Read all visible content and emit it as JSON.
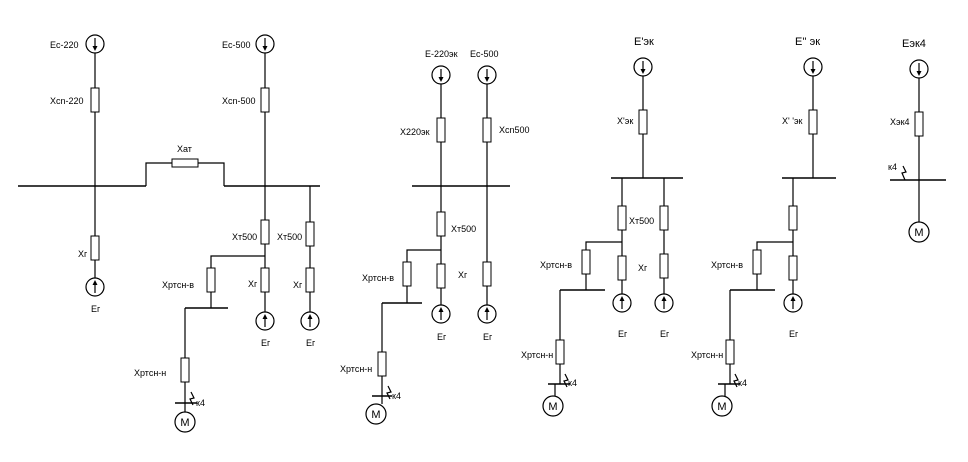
{
  "diagram": {
    "labels": {
      "s1_eo220": "Ec-220",
      "s1_xcn220": "Xcn-220",
      "s1_eo500": "Ec-500",
      "s1_xcn500": "Xcn-500",
      "s1_xat": "Xат",
      "s1_xg_left": "Xг",
      "s1_eg_left": "Eг",
      "s1_xt500_a": "Xт500",
      "s1_xt500_b": "Xт500",
      "s1_xrtsn_v": "Xртсн-в",
      "s1_xg_mid": "Xг",
      "s1_xg_right": "Xг",
      "s1_eg_mid": "Eг",
      "s1_eg_right": "Eг",
      "s1_xrtsn_n": "Xртсн-н",
      "s1_k4": "к4",
      "s1_motor": "M",
      "s2_e220ek": "E-220эк",
      "s2_eo500": "Ec-500",
      "s2_x220ek": "X220эк",
      "s2_xcn500": "Xcn500",
      "s2_xt500": "Xт500",
      "s2_xrtsn_v": "Xртсн-в",
      "s2_xg": "Xг",
      "s2_eg_a": "Eг",
      "s2_eg_b": "Eг",
      "s2_xrtsn_n": "Xртсн-н",
      "s2_k4": "к4",
      "s2_motor": "M",
      "s3_e1ek": "E'эк",
      "s3_x1ek": "X'эк",
      "s3_xt500": "Xт500",
      "s3_xrtsn_v": "Xртсн-в",
      "s3_xg": "Xг",
      "s3_eg_a": "Eг",
      "s3_eg_b": "Eг",
      "s3_xrtsn_n": "Xртсн-н",
      "s3_k4": "к4",
      "s3_motor": "M",
      "s4_e2ek": "E'' эк",
      "s4_x2ek": "X' 'эк",
      "s4_xrtsn_v": "Xртсн-в",
      "s4_eg": "Eг",
      "s4_xrtsn_n": "Xртсн-н",
      "s4_k4": "к4",
      "s4_motor": "M",
      "s5_eek4": "Eэк4",
      "s5_xek4": "Xэк4",
      "s5_k4": "к4",
      "s5_motor": "M"
    }
  }
}
